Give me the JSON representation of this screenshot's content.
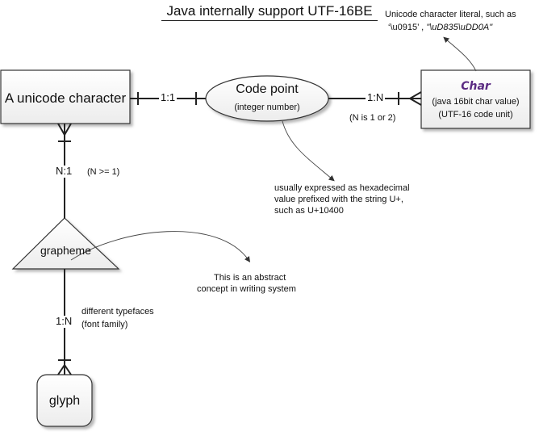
{
  "title": "Java internally support UTF-16BE",
  "entities": {
    "unicode_character": {
      "label": "A unicode character"
    },
    "code_point": {
      "label": "Code point",
      "sublabel": "(integer number)"
    },
    "char": {
      "label": "Char",
      "line1": "(java 16bit char value)",
      "line2": "(UTF-16 code unit)"
    },
    "grapheme": {
      "label": "grapheme"
    },
    "glyph": {
      "label": "glyph"
    }
  },
  "relations": {
    "char_to_codepoint": {
      "label": "1:1"
    },
    "codepoint_to_char": {
      "label": "1:N",
      "note": "(N is 1 or 2)"
    },
    "char_to_grapheme": {
      "label": "N:1",
      "note": "(N >= 1)"
    },
    "grapheme_to_glyph": {
      "label": "1:N",
      "note_line1": "different typefaces",
      "note_line2": "(font family)"
    }
  },
  "annotations": {
    "char_literal_line1": "Unicode character literal, such as",
    "char_literal_line2a": "‘\\u0915’ ,",
    "char_literal_line2b": "\"\\uD835\\uDD0A\"",
    "codepoint_note_line1": "usually expressed as hexadecimal",
    "codepoint_note_line2": "value prefixed with the string U+,",
    "codepoint_note_line3": "such as U+10400",
    "grapheme_note_line1": "This is an abstract",
    "grapheme_note_line2": "concept  in writing system"
  }
}
